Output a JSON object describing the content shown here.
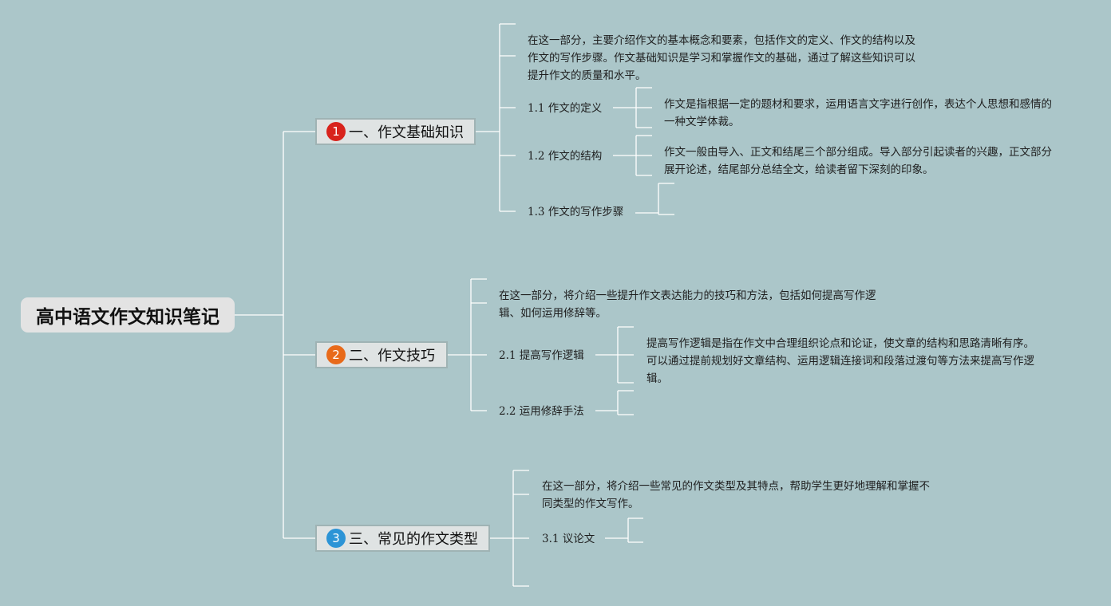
{
  "title": "高中语文作文知识笔记",
  "colors": {
    "background": "#abc6c9",
    "line": "#ffffff",
    "badge1": "#d8231c",
    "badge2": "#e86a1a",
    "badge3": "#2c94d6"
  },
  "branches": [
    {
      "number": "1",
      "label": "一、作文基础知识",
      "intro": "在这一部分，主要介绍作文的基本概念和要素，包括作文的定义、作文的结构以及作文的写作步骤。作文基础知识是学习和掌握作文的基础，通过了解这些知识可以提升作文的质量和水平。",
      "subs": [
        {
          "label": "1.1 作文的定义",
          "detail": "作文是指根据一定的题材和要求，运用语言文字进行创作，表达个人思想和感情的一种文学体裁。"
        },
        {
          "label": "1.2 作文的结构",
          "detail": "作文一般由导入、正文和结尾三个部分组成。导入部分引起读者的兴趣，正文部分展开论述，结尾部分总结全文，给读者留下深刻的印象。"
        },
        {
          "label": "1.3 作文的写作步骤",
          "detail": ""
        }
      ]
    },
    {
      "number": "2",
      "label": "二、作文技巧",
      "intro": "在这一部分，将介绍一些提升作文表达能力的技巧和方法，包括如何提高写作逻辑、如何运用修辞等。",
      "subs": [
        {
          "label": "2.1 提高写作逻辑",
          "detail": "提高写作逻辑是指在作文中合理组织论点和论证，使文章的结构和思路清晰有序。可以通过提前规划好文章结构、运用逻辑连接词和段落过渡句等方法来提高写作逻辑。"
        },
        {
          "label": "2.2 运用修辞手法",
          "detail": ""
        }
      ]
    },
    {
      "number": "3",
      "label": "三、常见的作文类型",
      "intro": "在这一部分，将介绍一些常见的作文类型及其特点，帮助学生更好地理解和掌握不同类型的作文写作。",
      "subs": [
        {
          "label": "3.1 议论文",
          "detail": ""
        }
      ]
    }
  ]
}
